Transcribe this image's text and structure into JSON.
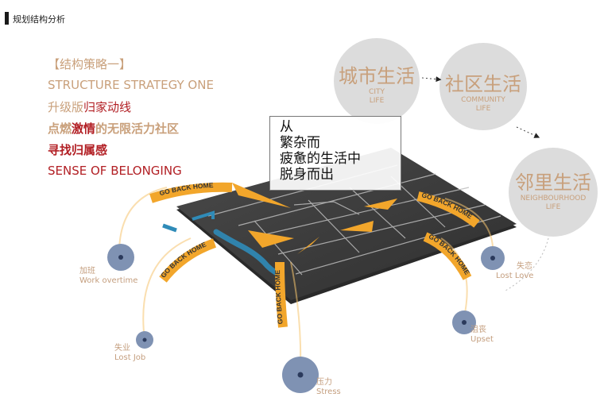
{
  "header": {
    "title": "规划结构分析"
  },
  "strategy": {
    "line1": "【结构策略一】",
    "line2": "STRUCTURE STRATEGY ONE",
    "line3_prefix": "升级版",
    "line3_highlight": "归家动线",
    "line4_a": "点燃",
    "line4_b": "激情",
    "line4_c": "的无限活力社区",
    "line5": "寻找归属感",
    "line6": "SENSE OF BELONGING"
  },
  "circles": {
    "city": {
      "cn": "城市生活",
      "en1": "CITY",
      "en2": "LIFE"
    },
    "community": {
      "cn": "社区生活",
      "en1": "COMMUNITY",
      "en2": "LIFE"
    },
    "neighbour": {
      "cn": "邻里生活",
      "en1": "NEIGHBOURHOOD",
      "en2": "LIFE"
    }
  },
  "callout": {
    "line1": "从",
    "line2": "繁杂而",
    "line3": "疲惫的生活中",
    "line4": "脱身而出"
  },
  "arrow_label": "GO BACK HOME",
  "pain_points": {
    "overtime": {
      "cn": "加班",
      "en": "Work overtime"
    },
    "lostjob": {
      "cn": "失业",
      "en": "Lost Job"
    },
    "stress": {
      "cn": "压力",
      "en": "Stress"
    },
    "upset": {
      "cn": "沮丧",
      "en": "Upset"
    },
    "lostlove": {
      "cn": "失恋",
      "en": "Lost Love"
    }
  },
  "colors": {
    "accent_orange": "#f2a62b",
    "title_tan": "#c9a07b",
    "title_red": "#b21f24",
    "circle_gray": "#dcdcdc",
    "node_blue": "#7f92b3",
    "map_dark": "#3e3e3e"
  }
}
